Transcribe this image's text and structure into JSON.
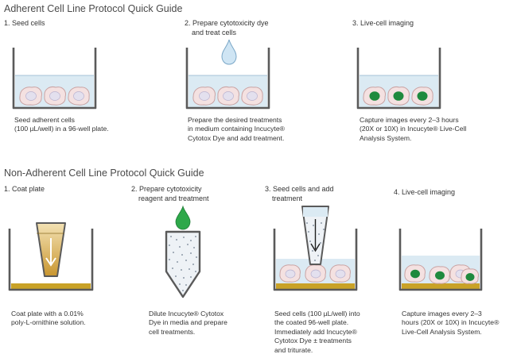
{
  "adherent": {
    "title": "Adherent Cell Line Protocol Quick Guide",
    "steps": [
      {
        "title_lines": [
          "1. Seed cells"
        ],
        "desc_lines": [
          "Seed adherent cells",
          "(100 µL/well) in a 96-well plate."
        ]
      },
      {
        "title_lines": [
          "2. Prepare cytotoxicity dye",
          "and treat cells"
        ],
        "desc_lines": [
          "Prepare the desired treatments",
          "in medium containing Incucyte®",
          "Cytotox Dye and add treatment."
        ]
      },
      {
        "title_lines": [
          "3. Live-cell imaging"
        ],
        "desc_lines": [
          "Capture images every 2–3 hours",
          "(20X or 10X) in Incucyte® Live-Cell",
          "Analysis System."
        ]
      }
    ]
  },
  "nonadherent": {
    "title": "Non-Adherent Cell Line Protocol Quick Guide",
    "steps": [
      {
        "title_lines": [
          "1. Coat plate"
        ],
        "desc_lines": [
          "Coat plate with a 0.01%",
          "poly-L-ornithine solution."
        ]
      },
      {
        "title_lines": [
          "2. Prepare cytotoxicity",
          "reagent and treatment"
        ],
        "desc_lines": [
          "Dilute Incucyte® Cytotox",
          "Dye in media and prepare",
          "cell treatments."
        ]
      },
      {
        "title_lines": [
          "3. Seed cells and add",
          "treatment"
        ],
        "desc_lines": [
          "Seed cells (100 µL/well) into",
          "the coated 96-well plate.",
          "Immediately add Incucyte®",
          "Cytotox Dye ± treatments",
          "and triturate."
        ]
      },
      {
        "title_lines": [
          "4. Live-cell imaging"
        ],
        "desc_lines": [
          "Capture images every 2–3",
          "hours (20X or 10X) in Incucyte®",
          "Live-Cell Analysis System."
        ]
      }
    ]
  },
  "colors": {
    "well_wall": "#5a5a5a",
    "medium": "#dbeaf3",
    "cell_fill": "#f4e1e1",
    "cell_stroke": "#c9a3a3",
    "nucleus": "#e3e0ee",
    "dead_nucleus": "#1f8a3e",
    "dye_green": "#2ea84a",
    "dye_drop_blue": "#cfe5f4",
    "coating": "#c9a227",
    "coat_tube": "#d8bb6e"
  }
}
